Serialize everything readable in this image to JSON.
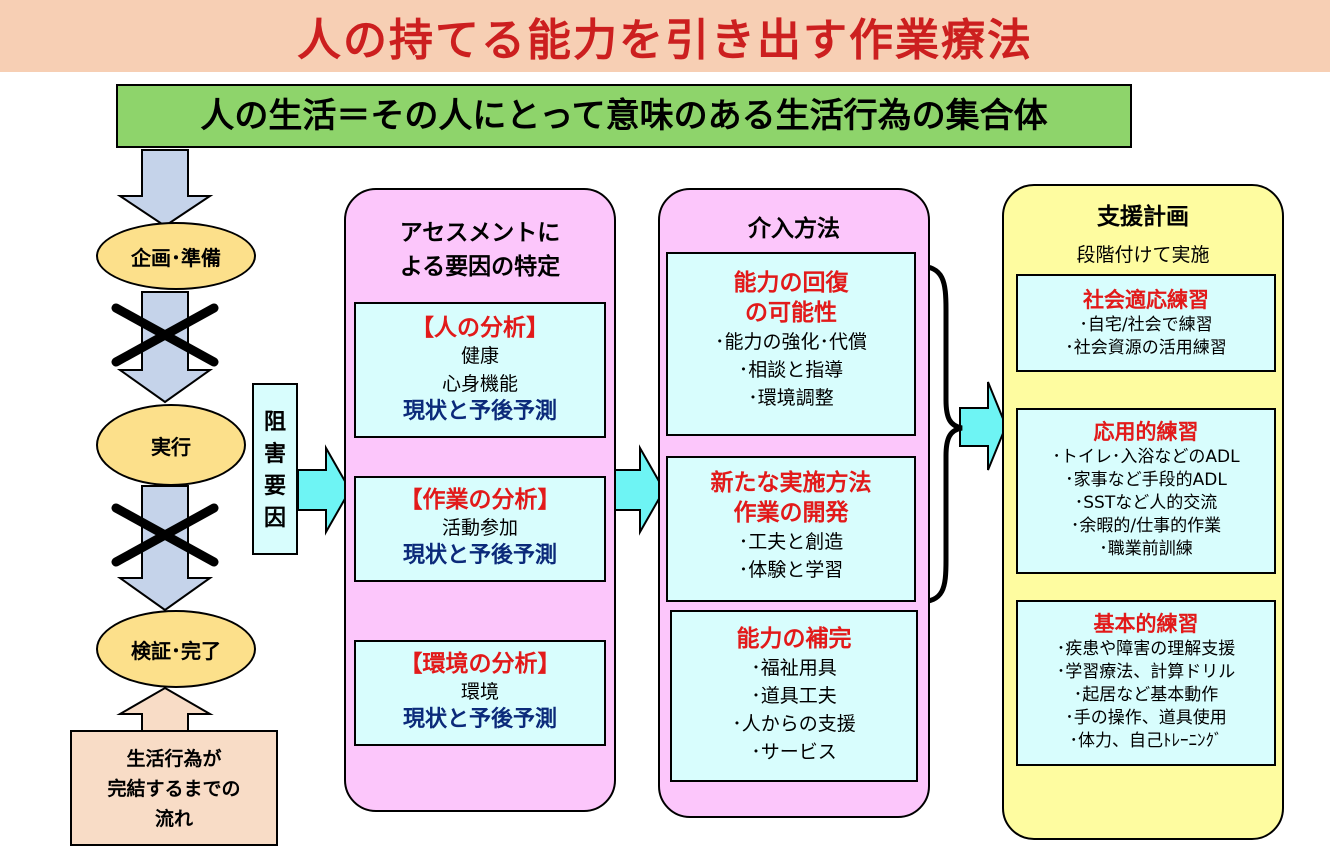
{
  "title": "人の持てる能力を引き出す作業療法",
  "definition": "人の生活＝その人にとって意味のある生活行為の集合体",
  "process": {
    "steps": [
      "企画･準備",
      "実行",
      "検証･完了"
    ],
    "note": [
      "生活行為が",
      "完結するまでの",
      "流れ"
    ]
  },
  "obstacle_label": [
    "阻",
    "害",
    "要",
    "因"
  ],
  "assessment": {
    "header": [
      "アセスメントに",
      "よる要因の特定"
    ],
    "boxes": [
      {
        "title": "【人の分析】",
        "lines": [
          "健康",
          "心身機能"
        ],
        "emphasis": "現状と予後予測"
      },
      {
        "title": "【作業の分析】",
        "lines": [
          "活動参加"
        ],
        "emphasis": "現状と予後予測"
      },
      {
        "title": "【環境の分析】",
        "lines": [
          "環境"
        ],
        "emphasis": "現状と予後予測"
      }
    ]
  },
  "intervention": {
    "header": "介入方法",
    "boxes": [
      {
        "title": [
          "能力の回復",
          "の可能性"
        ],
        "items": [
          "･能力の強化･代償",
          "･相談と指導",
          "･環境調整"
        ]
      },
      {
        "title": [
          "新たな実施方法",
          "作業の開発"
        ],
        "items": [
          "･工夫と創造",
          "･体験と学習"
        ]
      },
      {
        "title": [
          "能力の補完"
        ],
        "items": [
          "･福祉用具",
          "･道具工夫",
          "･人からの支援",
          "･サービス"
        ]
      }
    ]
  },
  "support_plan": {
    "header": "支援計画",
    "subheader": "段階付けて実施",
    "boxes": [
      {
        "title": "社会適応練習",
        "items": [
          "･自宅/社会で練習",
          "･社会資源の活用練習"
        ]
      },
      {
        "title": "応用的練習",
        "items": [
          "･トイレ･入浴などのADL",
          "･家事など手段的ADL",
          "･SSTなど人的交流",
          "･余暇的/仕事的作業",
          "･職業前訓練"
        ]
      },
      {
        "title": "基本的練習",
        "items": [
          "･疾患や障害の理解支援",
          "･学習療法、計算ドリル",
          "･起居など基本動作",
          "･手の操作、道具使用",
          "･体力、自己ﾄﾚｰﾆﾝｸﾞ"
        ]
      }
    ]
  },
  "colors": {
    "title_bg": "#f7cfb4",
    "title_text": "#cc1f1f",
    "definition_bg": "#8ed46b",
    "oval": "#fce08b",
    "pink_column": "#fcc6fb",
    "yellow_column": "#fefca0",
    "inner_box": "#d8fdfd",
    "arrow_blue": "#c5d3ea",
    "arrow_cyan": "#6ef4f4",
    "red_text": "#e21a1a",
    "navy_text": "#0b2a7a"
  }
}
